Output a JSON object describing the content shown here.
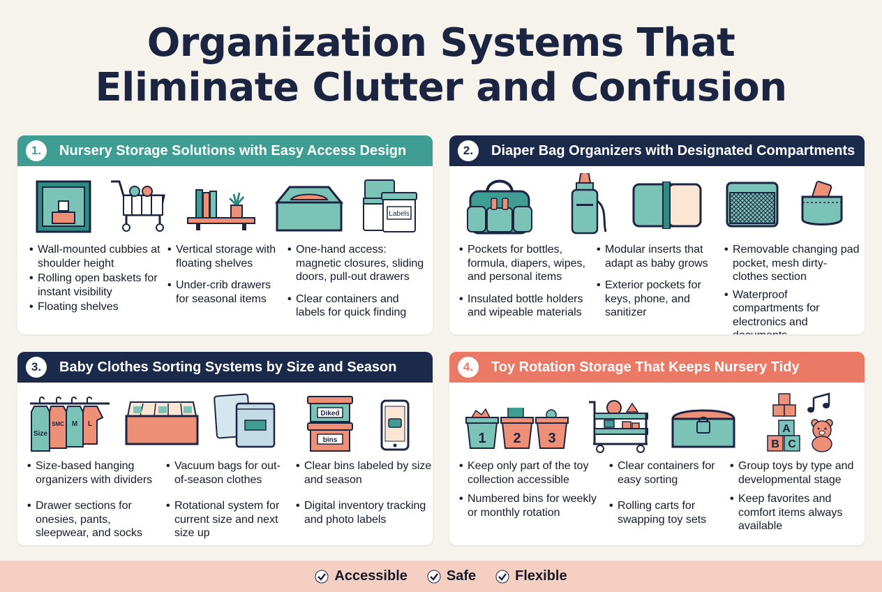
{
  "title_line1": "Organization Systems That",
  "title_line2": "Eliminate Clutter and Confusion",
  "colors": {
    "teal": "#3f9d93",
    "navy": "#1b2a4a",
    "coral": "#ea7965",
    "mint": "#7cc3b7",
    "salmon": "#ee8f78"
  },
  "sections": [
    {
      "number": "1.",
      "title": "Nursery Storage Solutions with Easy Access Design",
      "icons": [
        "cubby-icon",
        "rolling-basket-icon",
        "floating-shelf-icon",
        "drawer-icon",
        "labeled-containers-icon"
      ],
      "icon_text": {
        "label": "Labels"
      },
      "columns": [
        [
          "Wall-mounted cubbies at shoulder height",
          "Rolling open baskets for instant visibility",
          "Floating shelves"
        ],
        [
          "Vertical storage with floating shelves",
          "Under-crib drawers for seasonal items"
        ],
        [
          "One-hand access: magnetic closures, sliding doors, pull-out drawers",
          "Clear containers and labels for quick finding"
        ]
      ]
    },
    {
      "number": "2.",
      "title": "Diaper Bag Organizers with Designated Compartments",
      "icons": [
        "diaper-bag-icon",
        "bottle-icon",
        "changing-pad-icon",
        "mesh-pocket-icon",
        "phone-pocket-icon"
      ],
      "columns": [
        [
          "Pockets for bottles, formula, diapers, wipes, and personal items",
          "Insulated bottle holders and wipeable materials"
        ],
        [
          "Modular inserts that adapt as baby grows",
          "Exterior pockets for keys, phone, and sanitizer"
        ],
        [
          "Removable changing pad pocket, mesh dirty-clothes section",
          "Waterproof compartments for electronics and documents"
        ]
      ]
    },
    {
      "number": "3.",
      "title": "Baby Clothes Sorting Systems by Size and Season",
      "icons": [
        "hanging-organizer-icon",
        "drawer-dividers-icon",
        "vacuum-bag-icon",
        "labeled-bins-icon",
        "phone-inventory-icon"
      ],
      "icon_text": {
        "size": "Size",
        "s": "SMC",
        "m": "M",
        "l": "L",
        "bin_top": "Diked",
        "bin_bottom": "bins"
      },
      "columns": [
        [
          "Size-based hanging organizers with dividers",
          "Drawer sections for onesies, pants, sleepwear, and socks"
        ],
        [
          "Vacuum bags for out-of-season clothes",
          "Rotational system for current size and next size up"
        ],
        [
          "Clear bins labeled by size and season",
          "Digital inventory tracking and photo labels"
        ]
      ]
    },
    {
      "number": "4.",
      "title": "Toy Rotation Storage That Keeps Nursery Tidy",
      "icons": [
        "numbered-bins-icon",
        "rolling-cart-icon",
        "locked-chest-icon",
        "toy-blocks-icon"
      ],
      "icon_text": {
        "n1": "1",
        "n2": "2",
        "n3": "3",
        "a": "A",
        "b": "B",
        "c": "C"
      },
      "columns": [
        [
          "Keep only part of the toy collection accessible",
          "Numbered bins for weekly or monthly rotation"
        ],
        [
          "Clear containers for easy sorting",
          "Rolling carts for swapping toy sets"
        ],
        [
          "Group toys by type and developmental stage",
          "Keep favorites and comfort items always available"
        ]
      ]
    }
  ],
  "footer": [
    "Accessible",
    "Safe",
    "Flexible"
  ]
}
